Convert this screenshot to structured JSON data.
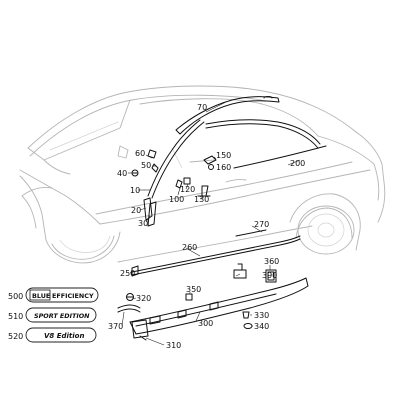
{
  "callouts": [
    {
      "id": "c10",
      "text": "10"
    },
    {
      "id": "c20",
      "text": "20"
    },
    {
      "id": "c30",
      "text": "30"
    },
    {
      "id": "c40",
      "text": "40"
    },
    {
      "id": "c50",
      "text": "50"
    },
    {
      "id": "c60",
      "text": "60"
    },
    {
      "id": "c70",
      "text": "70"
    },
    {
      "id": "c100",
      "text": "100"
    },
    {
      "id": "c120",
      "text": "120"
    },
    {
      "id": "c130",
      "text": "130"
    },
    {
      "id": "c150",
      "text": "150"
    },
    {
      "id": "c160",
      "text": "160"
    },
    {
      "id": "c200",
      "text": "200"
    },
    {
      "id": "c250",
      "text": "250"
    },
    {
      "id": "c260",
      "text": "260"
    },
    {
      "id": "c270",
      "text": "270"
    },
    {
      "id": "c300",
      "text": "300"
    },
    {
      "id": "c310",
      "text": "310"
    },
    {
      "id": "c320",
      "text": "320"
    },
    {
      "id": "c330",
      "text": "330"
    },
    {
      "id": "c340",
      "text": "340"
    },
    {
      "id": "c350",
      "text": "350"
    },
    {
      "id": "c360",
      "text": "360"
    },
    {
      "id": "c370",
      "text": "370"
    },
    {
      "id": "c390",
      "text": "390"
    }
  ],
  "badges": [
    {
      "number": "500",
      "text_boxed": "BLUE",
      "text_rest": "EFFICIENCY"
    },
    {
      "number": "510",
      "text": "SPORT EDITION"
    },
    {
      "number": "520",
      "text": "V8 Edition"
    }
  ]
}
